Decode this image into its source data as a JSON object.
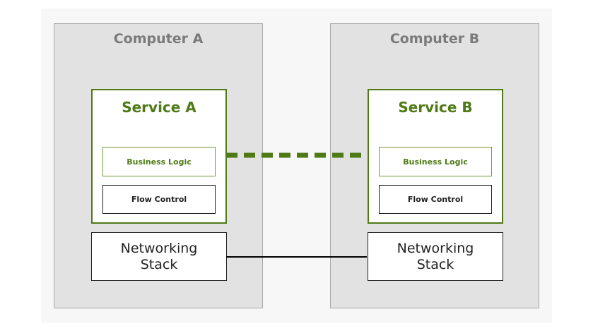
{
  "computers": [
    {
      "title": "Computer A",
      "service": {
        "title": "Service A",
        "business_logic": "Business Logic",
        "flow_control": "Flow Control"
      },
      "networking": "Networking\nStack"
    },
    {
      "title": "Computer B",
      "service": {
        "title": "Service B",
        "business_logic": "Business Logic",
        "flow_control": "Flow Control"
      },
      "networking": "Networking\nStack"
    }
  ],
  "colors": {
    "computer_fill": "#e2e2e2",
    "computer_title": "#7a7a7a",
    "service_accent": "#4f7a16",
    "logical_link": "#4f7a16",
    "physical_link": "#000000"
  }
}
